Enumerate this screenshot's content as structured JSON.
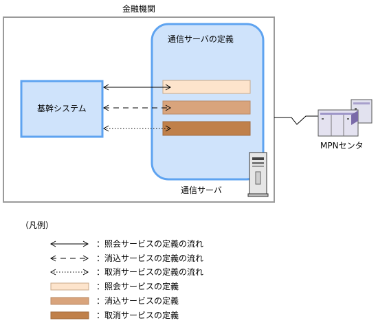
{
  "diagram": {
    "institution_label": "金融機関",
    "core_system_label": "基幹システム",
    "comm_definition_label": "通信サーバの定義",
    "comm_server_label": "通信サーバ",
    "mpn_center_label": "MPNセンタ"
  },
  "legend": {
    "heading": "（凡例）",
    "items": [
      {
        "label": "：照会サービスの定義の流れ",
        "kind": "solid-arrow"
      },
      {
        "label": "：消込サービスの定義の流れ",
        "kind": "dashed-arrow"
      },
      {
        "label": "：取消サービスの定義の流れ",
        "kind": "dotted-arrow"
      },
      {
        "label": "：照会サービスの定義",
        "kind": "swatch",
        "color": "#fde4cc"
      },
      {
        "label": "：消込サービスの定義",
        "kind": "swatch",
        "color": "#d9a47c"
      },
      {
        "label": "：取消サービスの定義",
        "kind": "swatch",
        "color": "#c0804a"
      }
    ]
  },
  "colors": {
    "box_fill": "#cfe3fb",
    "box_border": "#5ea3f0",
    "outer_border": "#9a9a9a",
    "def_inquiry": "#fde4cc",
    "def_cleared": "#d9a47c",
    "def_cancel": "#c0804a"
  }
}
